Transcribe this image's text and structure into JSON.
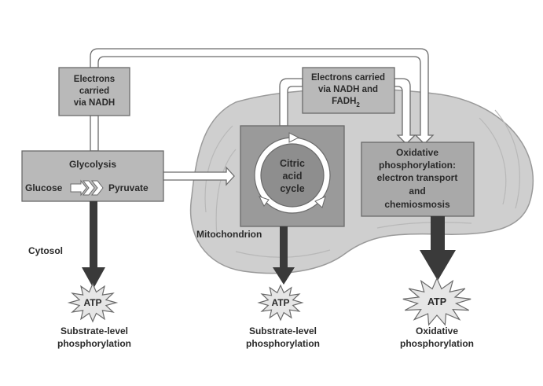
{
  "colors": {
    "background": "#ffffff",
    "mitochondrion_fill": "#cfcfcf",
    "box_light": "#b9b9b9",
    "box_dark": "#9a9a9a",
    "inner_circle": "#8e8e8e",
    "arrow_dark": "#3a3a3a",
    "atp_fill": "#e6e6e6",
    "pipe_fill": "#ffffff",
    "stroke": "#6a6a6a"
  },
  "boxes": {
    "electrons_nadh": [
      "Electrons",
      "carried",
      "via NADH"
    ],
    "electrons_nadh_fadh2": [
      "Electrons carried",
      "via NADH and",
      "FADH"
    ],
    "fadh2_subscript": "2",
    "glycolysis": {
      "title": "Glycolysis",
      "input": "Glucose",
      "output": "Pyruvate"
    },
    "citric_acid_cycle": [
      "Citric",
      "acid",
      "cycle"
    ],
    "oxidative_phosphorylation": [
      "Oxidative",
      "phosphorylation:",
      "electron transport",
      "and",
      "chemiosmosis"
    ]
  },
  "regions": {
    "cytosol": "Cytosol",
    "mitochondrion": "Mitochondrion"
  },
  "atp": [
    {
      "label": "ATP",
      "caption": [
        "Substrate-level",
        "phosphorylation"
      ]
    },
    {
      "label": "ATP",
      "caption": [
        "Substrate-level",
        "phosphorylation"
      ]
    },
    {
      "label": "ATP",
      "caption": [
        "Oxidative",
        "phosphorylation"
      ]
    }
  ]
}
